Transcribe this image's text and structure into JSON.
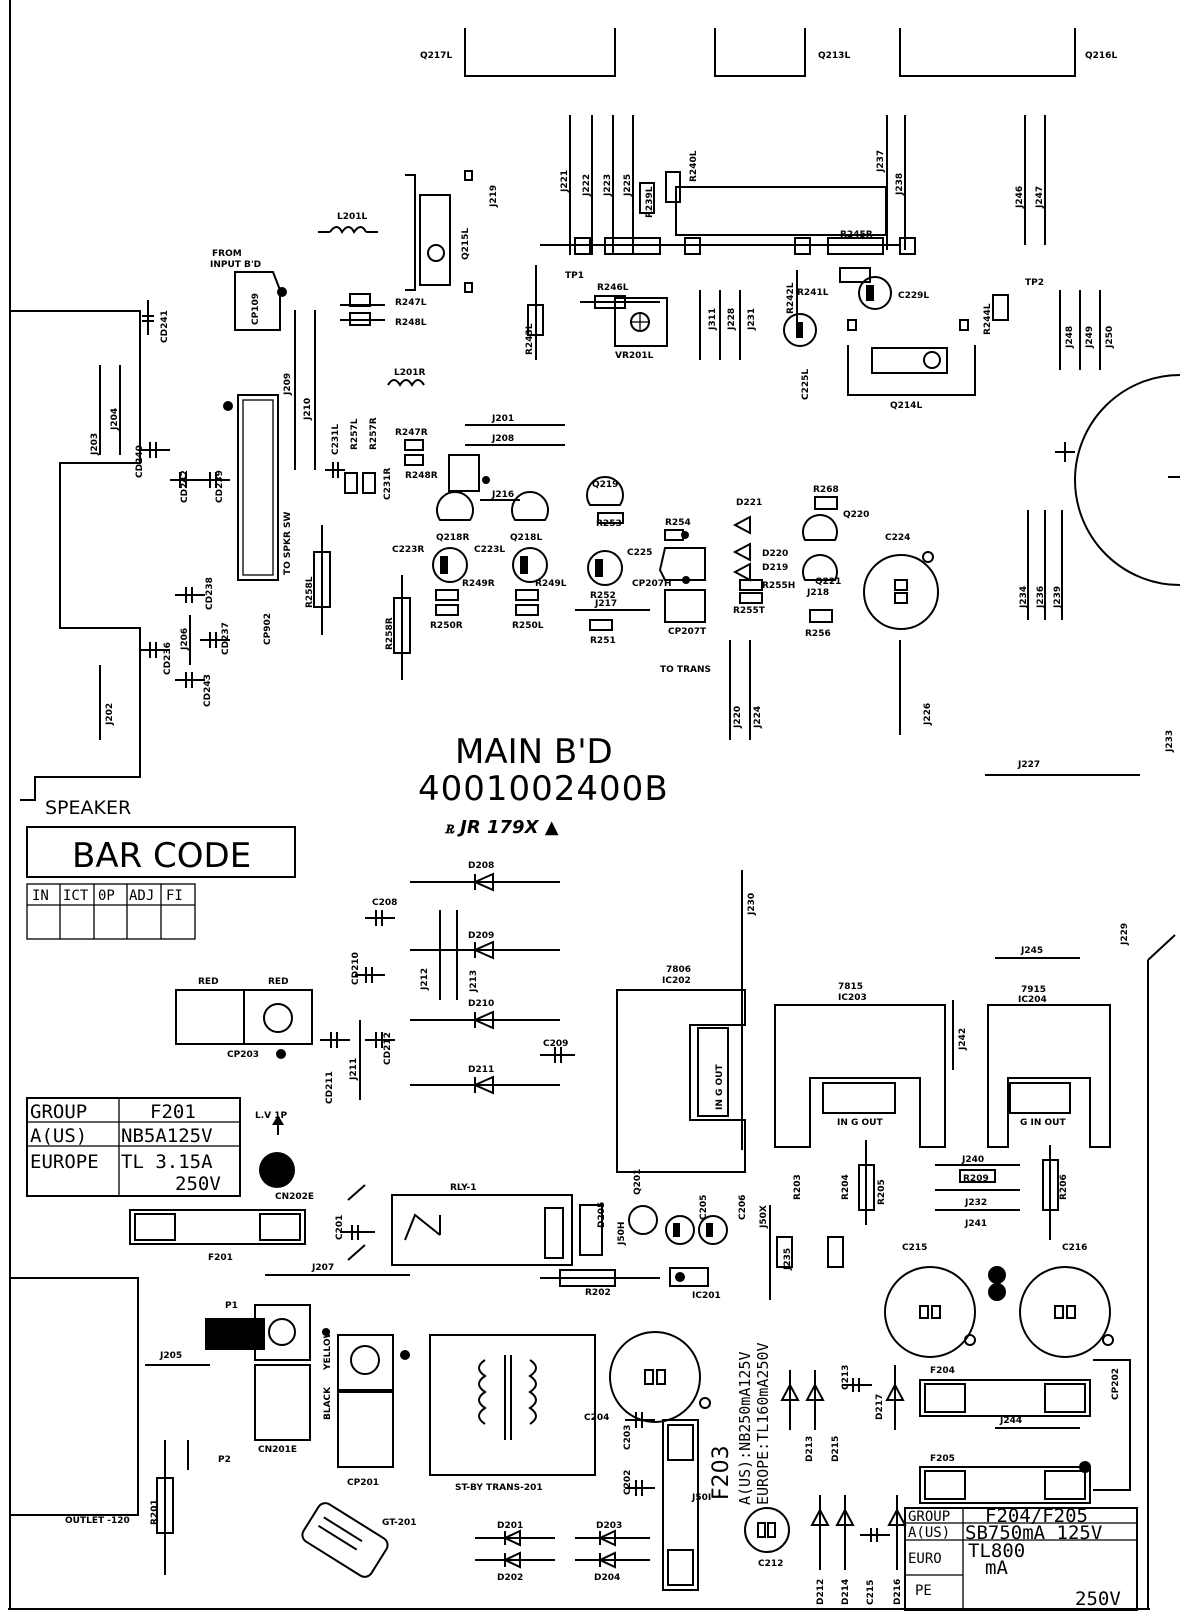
{
  "board": {
    "title": "MAIN B'D",
    "part_number": "4001002400B",
    "cert_mark": "ꭱ JR 179X ▲",
    "speaker_label": "SPEAKER",
    "bar_code_label": "BAR CODE",
    "outlet_label": "OUTLET -120"
  },
  "inspection_table": {
    "headers": [
      "IN",
      "ICT",
      "0P",
      "ADJ",
      "FI"
    ]
  },
  "fuse_table_f201": {
    "rows": [
      [
        "GROUP",
        "F201"
      ],
      [
        "A(US)",
        "NB5A125V"
      ],
      [
        "EUROPE",
        "TL 3.15A",
        "250V"
      ]
    ]
  },
  "fuse_table_f204": {
    "header": [
      "GROUP",
      "F204/F205"
    ],
    "us_label": "A(US)",
    "us_value": "SB750mA 125V",
    "euro_label": "EURO",
    "pe_label": "PE",
    "euro_value_1": "TL800",
    "euro_value_2": "mA",
    "euro_value_3": "250V"
  },
  "f203_note": {
    "line1": "F203",
    "line2": "A(US):NB250mA125V",
    "line3": "EUROPE:TL160mA250V"
  },
  "notes": {
    "from_input": "FROM",
    "from_input_2": "INPUT B'D",
    "to_spkr": "TO SPKR SW",
    "to_trans": "TO TRANS",
    "lv_1p": "L.V 1P",
    "red_1": "RED",
    "red_2": "RED",
    "black": "BLACK",
    "yellow": "YELLOW",
    "st_by_trans": "ST-BY TRANS-201",
    "gt": "GT-201"
  },
  "components": {
    "q217l": "Q217L",
    "q213l": "Q213L",
    "q216l": "Q216L",
    "l201l": "L201L",
    "l201r": "L201R",
    "cp109": "CP109",
    "cp902": "CP902",
    "r247l": "R247L",
    "r248l": "R248L",
    "q215l": "Q215L",
    "j219": "J219",
    "j221": "J221",
    "j222": "J222",
    "j223": "J223",
    "j225": "J225",
    "r239l": "R239L",
    "r240l": "R240L",
    "r245r": "R245R",
    "j237": "J237",
    "j238": "J238",
    "j246": "J246",
    "j247": "J247",
    "tp1": "TP1",
    "tp2": "TP2",
    "r243l": "R243L",
    "r246l": "R246L",
    "vr201l": "VR201L",
    "j311": "J311",
    "j228": "J228",
    "j231": "J231",
    "r242l": "R242L",
    "r241l": "R241L",
    "c225l": "C225L",
    "c229l": "C229L",
    "r244l": "R244L",
    "q214l": "Q214L",
    "j248": "J248",
    "j249": "J249",
    "j250": "J250",
    "cd241": "CD241",
    "cd240": "CD240",
    "cd242": "CD242",
    "cd239": "CD239",
    "j203": "J203",
    "j204": "J204",
    "j209": "J209",
    "j210": "J210",
    "c231l": "C231L",
    "r257l": "R257L",
    "r257r": "R257R",
    "r247r": "R247R",
    "r248r": "R248R",
    "c231r": "C231R",
    "j201": "J201",
    "j208": "J208",
    "j216": "J216",
    "q219": "Q219",
    "r268": "R268",
    "q220": "Q220",
    "d221": "D221",
    "d220": "D220",
    "d219": "D219",
    "q221": "Q221",
    "j218": "J218",
    "c224": "C224",
    "c223r": "C223R",
    "q218r": "Q218R",
    "c223l": "C223L",
    "q218l": "Q218L",
    "r253": "R253",
    "r254": "R254",
    "c225": "C225",
    "r249r": "R249R",
    "r249l": "R249L",
    "r252": "R252",
    "cp207h": "CP207H",
    "r255h": "R255H",
    "r255t": "R255T",
    "j217": "J217",
    "r250r": "R250R",
    "r250l": "R250L",
    "r251": "R251",
    "cp207t": "CP207T",
    "r256": "R256",
    "r258l": "R258L",
    "r258r": "R258R",
    "cd238": "CD238",
    "cd237": "CD237",
    "cd236": "CD236",
    "cd243": "CD243",
    "j206": "J206",
    "j202": "J202",
    "j234": "J234",
    "j236": "J236",
    "j239": "J239",
    "j220": "J220",
    "j224": "J224",
    "j226": "J226",
    "j233": "J233",
    "j227": "J227",
    "d208": "D208",
    "c208": "C208",
    "d209": "D209",
    "cd210": "CD210",
    "j212": "J212",
    "j213": "J213",
    "d210": "D210",
    "cd211": "CD211",
    "j211": "J211",
    "cd212": "CD212",
    "c209": "C209",
    "d211": "D211",
    "cp203": "CP203",
    "j230": "J230",
    "j229": "J229",
    "j245": "J245",
    "ic202_a": "7806",
    "ic202": "IC202",
    "ic203_a": "7815",
    "ic203": "IC203",
    "ic204_a": "7915",
    "ic204": "IC204",
    "j242": "J242",
    "ic202_pins": "IN G OUT",
    "ic203_pins": "IN G OUT",
    "ic204_pins": "G IN OUT",
    "cn202e": "CN202E",
    "f201": "F201",
    "c201": "C201",
    "rly1": "RLY-1",
    "j207": "J207",
    "q201": "Q201",
    "d205": "D205",
    "j50h": "J50H",
    "c205": "C205",
    "c206": "C206",
    "r202": "R202",
    "ic201": "IC201",
    "j50x": "J50X",
    "r203": "R203",
    "j235": "J235",
    "r204": "R204",
    "r205": "R205",
    "j240": "J240",
    "r209": "R209",
    "j232": "J232",
    "j241": "J241",
    "r206": "R206",
    "c215": "C215",
    "c216": "C216",
    "p1": "P1",
    "p2": "P2",
    "cn201e": "CN201E",
    "j205": "J205",
    "r201": "R201",
    "cp201": "CP201",
    "c204": "C204",
    "c203": "C203",
    "c202": "C202",
    "j50i": "J50I",
    "c213": "C213",
    "d213": "D213",
    "d215": "D215",
    "d217": "D217",
    "f204": "F204",
    "cp202": "CP202",
    "j244": "J244",
    "f205": "F205",
    "d201": "D201",
    "d202": "D202",
    "d203": "D203",
    "d204": "D204",
    "c212": "C212",
    "d212": "D212",
    "d214": "D214",
    "d216": "D216"
  }
}
